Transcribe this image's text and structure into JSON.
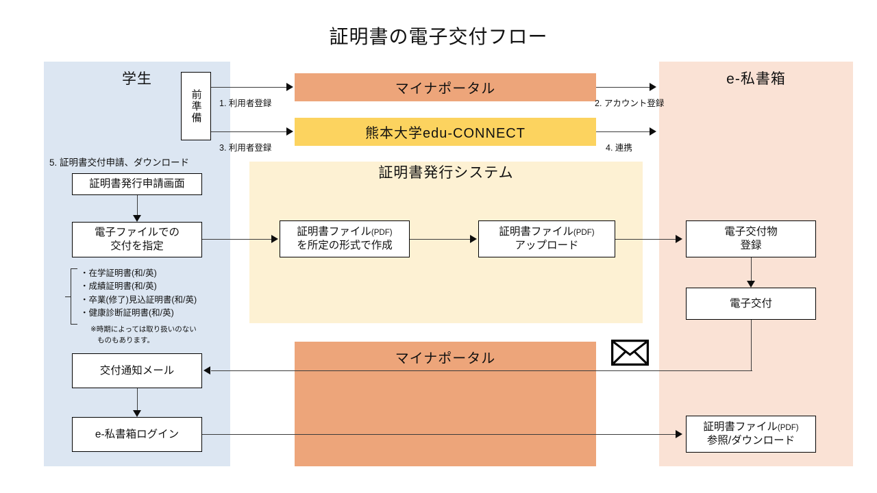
{
  "title": "証明書の電子交付フロー",
  "lanes": [
    {
      "name": "student",
      "label": "学生",
      "color": "#dce6f2"
    },
    {
      "name": "eshishobako",
      "label": "e-私書箱",
      "color": "#fae2d5"
    },
    {
      "name": "issuing-system",
      "label": "証明書発行システム",
      "color": "#fdf1d3"
    }
  ],
  "bars": [
    {
      "name": "myna-portal-top",
      "label": "マイナポータル",
      "color": "#eda57a"
    },
    {
      "name": "edu-connect",
      "label": "熊本大学edu-CONNECT",
      "color": "#fcd35f"
    },
    {
      "name": "myna-portal-bottom",
      "label": "マイナポータル",
      "color": "#eda57a"
    }
  ],
  "boxes": {
    "prep": "前準備",
    "apply_screen": "証明書発行申請画面",
    "specify_delivery_l1": "電子ファイルでの",
    "specify_delivery_l2": "交付を指定",
    "create_pdf_l1": "証明書ファイル",
    "create_pdf_pdf": "(PDF)",
    "create_pdf_l2": "を所定の形式で作成",
    "upload_pdf_l1": "証明書ファイル",
    "upload_pdf_pdf": "(PDF)",
    "upload_pdf_l2": "アップロード",
    "register_l1": "電子交付物",
    "register_l2": "登録",
    "edelivery": "電子交付",
    "notify_mail": "交付通知メール",
    "login": "e-私書箱ログイン",
    "download_l1": "証明書ファイル",
    "download_pdf": "(PDF)",
    "download_l2": "参照/ダウンロード"
  },
  "edge_labels": {
    "step1": "1. 利用者登録",
    "step2": "2. アカウント登録",
    "step3": "3. 利用者登録",
    "step4": "4. 連携",
    "step5": "5. 証明書交付申請、ダウンロード"
  },
  "certificate_list": [
    "・在学証明書(和/英)",
    "・成績証明書(和/英)",
    "・卒業(修了)見込証明書(和/英)",
    "・健康診断証明書(和/英)"
  ],
  "subnote": {
    "line1": "※時期によっては取り扱いのない",
    "line2": "ものもあります。"
  },
  "icons": {
    "envelope": "envelope-icon"
  }
}
